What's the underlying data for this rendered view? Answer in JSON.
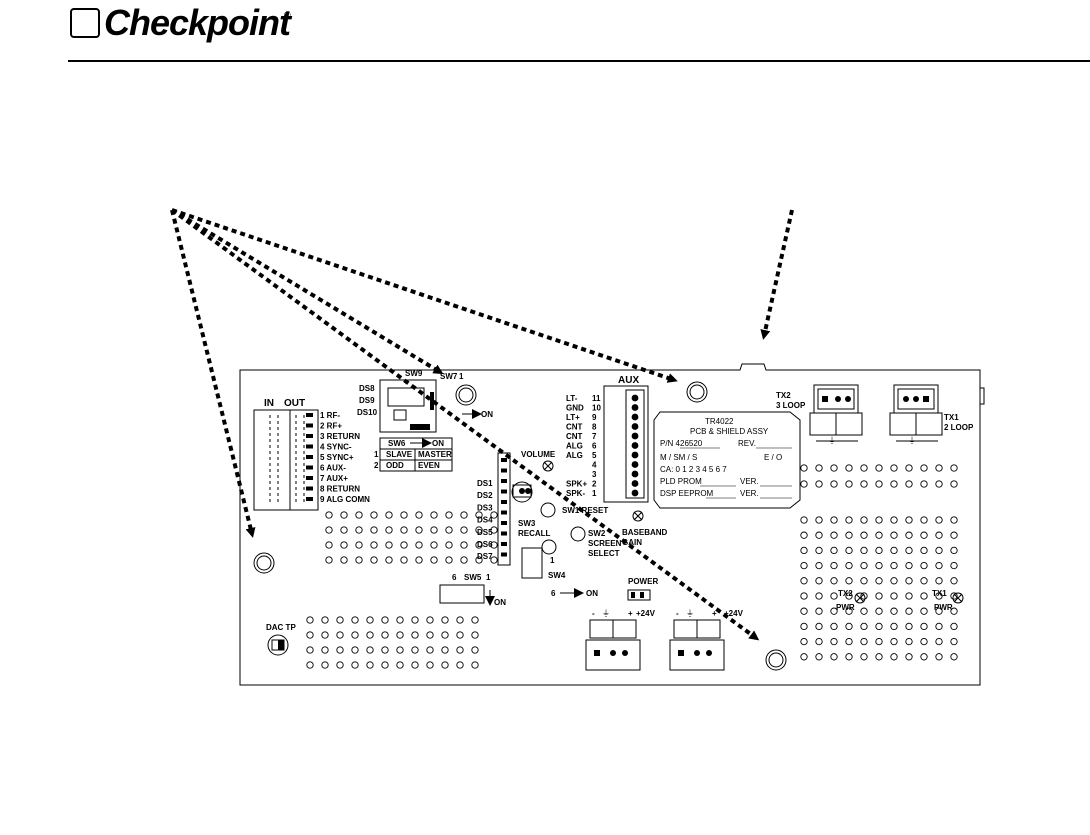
{
  "logo": {
    "name": "Checkpoint",
    "reg": "®"
  },
  "board": {
    "jumper_header": {
      "in": "IN",
      "out": "OUT"
    },
    "terminals": [
      "1 RF-",
      "2 RF+",
      "3 RETURN",
      "4 SYNC-",
      "5 SYNC+",
      "6 AUX-",
      "7 AUX+",
      "8 RETURN",
      "9 ALG COMN"
    ],
    "leds_top": [
      "DS8",
      "DS9",
      "DS10"
    ],
    "sw_top": {
      "sw9": "SW9",
      "sw7": "SW7",
      "one": "1",
      "on": "ON"
    },
    "sw6": {
      "label": "SW6",
      "on": "ON",
      "rows": [
        [
          "1",
          "SLAVE",
          "MASTER"
        ],
        [
          "2",
          "ODD",
          "EVEN"
        ]
      ]
    },
    "leds_left": [
      "DS1",
      "DS2",
      "DS3",
      "DS4",
      "DS5",
      "DS6",
      "DS7"
    ],
    "volume": "VOLUME",
    "sw1": "SW1 RESET",
    "sw3": [
      "SW3",
      "RECALL"
    ],
    "sw2": [
      "SW2",
      "SCREEN",
      "SELECT"
    ],
    "baseband": [
      "BASEBAND",
      "GAIN"
    ],
    "sw4": {
      "label": "SW4",
      "one": "1",
      "six": "6",
      "on": "ON"
    },
    "sw5": {
      "six": "6",
      "label": "SW5",
      "one": "1",
      "on": "ON"
    },
    "power": "POWER",
    "aux": {
      "title": "AUX",
      "pins": [
        [
          "LT-",
          "11"
        ],
        [
          "GND",
          "10"
        ],
        [
          "LT+",
          "9"
        ],
        [
          "CNT",
          "8"
        ],
        [
          "CNT",
          "7"
        ],
        [
          "ALG",
          "6"
        ],
        [
          "ALG",
          "5"
        ],
        [
          "",
          "4"
        ],
        [
          "",
          "3"
        ],
        [
          "SPK+",
          "2"
        ],
        [
          "SPK-",
          "1"
        ]
      ]
    },
    "label_plate": {
      "model": "TR4022",
      "desc": "PCB & SHIELD ASSY",
      "pn": "P/N 426520",
      "rev": "REV.",
      "msm": "M / SM / S",
      "eo": "E / O",
      "ca": "CA: 0 1 2 3 4 5 6 7",
      "pld": "PLD PROM",
      "dsp": "DSP EEPROM",
      "ver": "VER."
    },
    "tx2_conn": [
      "TX2",
      "3 LOOP"
    ],
    "tx1_conn": [
      "TX1",
      "2 LOOP"
    ],
    "tx2_pwr": [
      "TX2",
      "PWR"
    ],
    "tx1_pwr": [
      "TX1",
      "PWR"
    ],
    "power_conn": {
      "minus": "-",
      "plus": "+",
      "v": "+24V"
    },
    "dac_tp": "DAC TP"
  }
}
